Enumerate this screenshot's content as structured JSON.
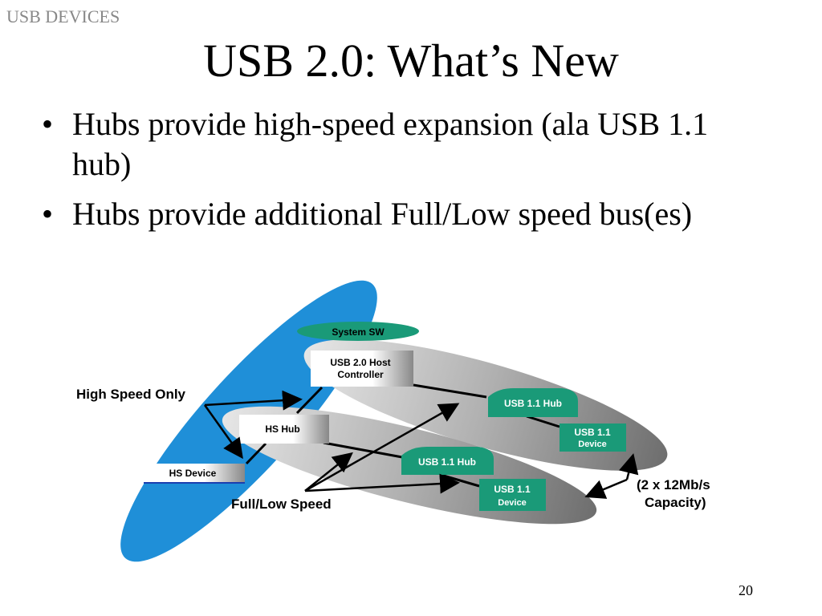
{
  "header": "USB DEVICES",
  "title": "USB 2.0: What’s New",
  "bullets": [
    "Hubs provide high-speed expansion (ala USB 1.1 hub)",
    "Hubs provide additional Full/Low speed bus(es)"
  ],
  "bullet_symbol": "•",
  "page_number": "20",
  "diagram": {
    "system_sw": "System SW",
    "host_controller": [
      "USB 2.0 Host",
      "Controller"
    ],
    "hs_hub": "HS Hub",
    "hs_device": "HS Device",
    "hub_top": "USB 1.1 Hub",
    "device_top": [
      "USB 1.1",
      "Device"
    ],
    "hub_bottom": "USB 1.1 Hub",
    "device_bottom": [
      "USB 1.1",
      "Device"
    ],
    "high_speed_only": "High Speed Only",
    "full_low_speed": "Full/Low Speed",
    "capacity": [
      "(2 x 12Mb/s",
      "Capacity)"
    ],
    "colors": {
      "green": "#1a9a78",
      "blue": "#1f8fd8",
      "gray": "#a8a8a8"
    }
  }
}
